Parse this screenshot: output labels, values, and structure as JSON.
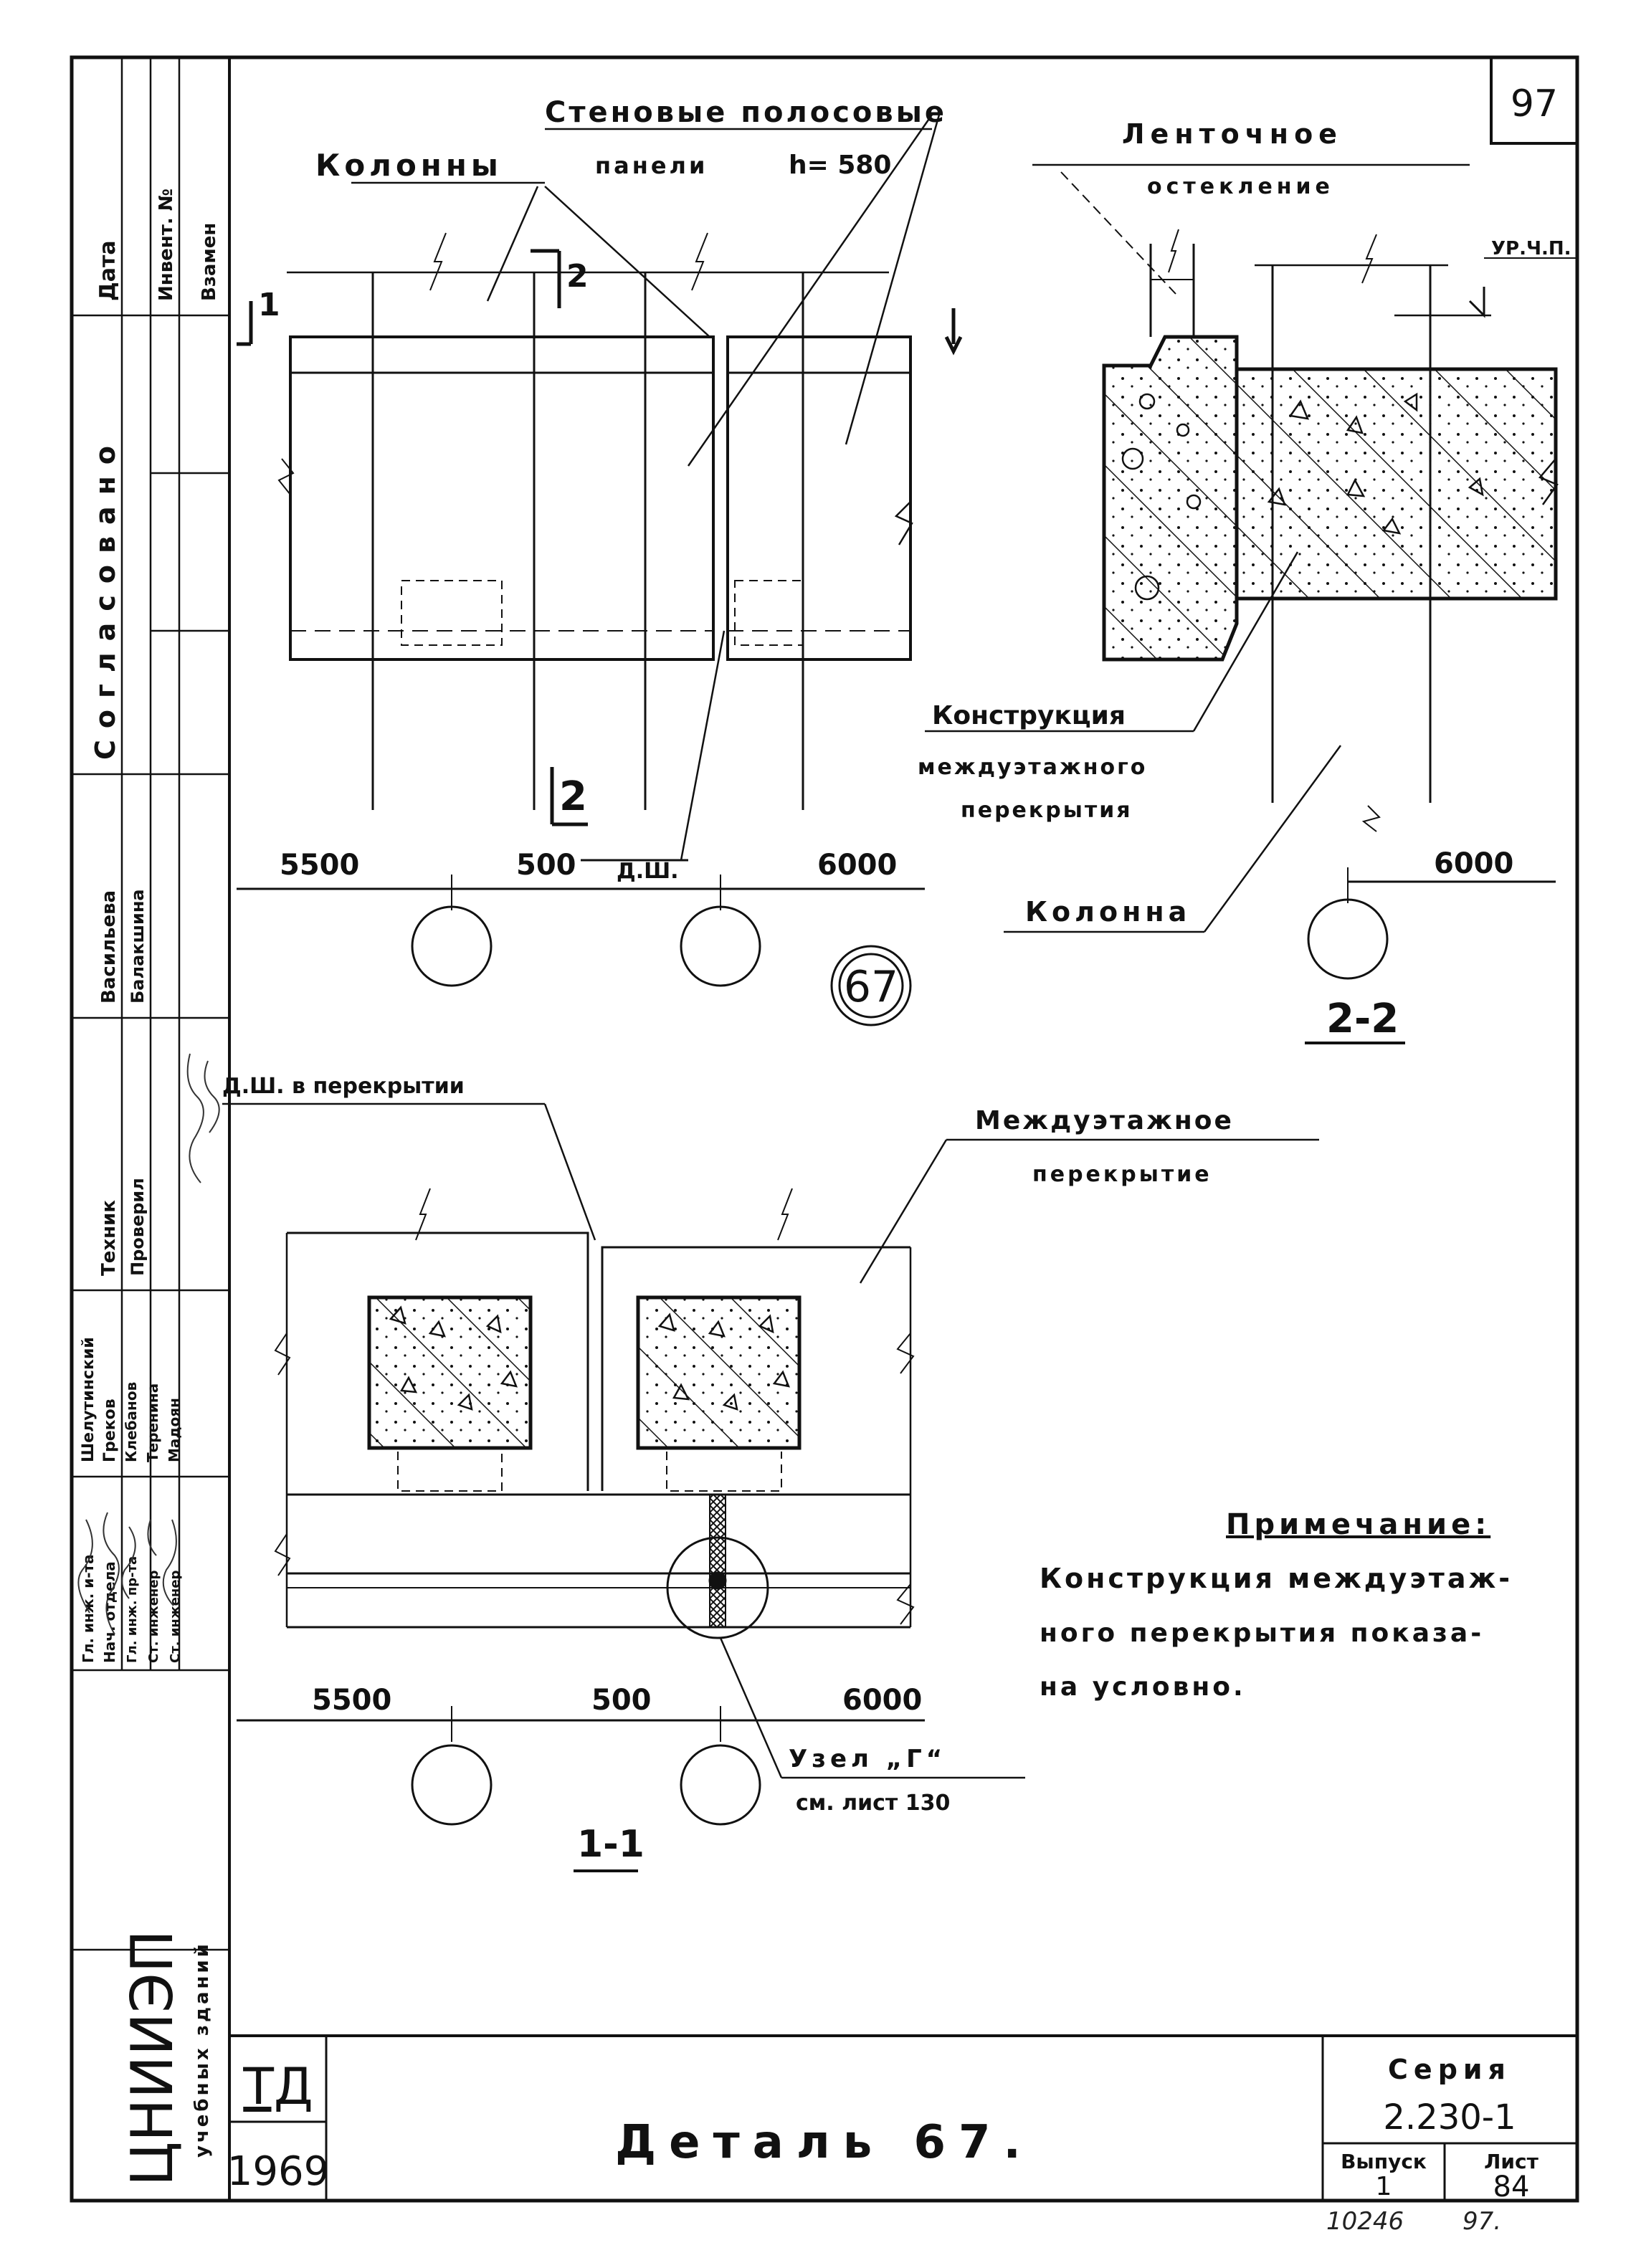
{
  "sheet_number": "97",
  "detail_mark": "67",
  "labels": {
    "columns": "Колонны",
    "wall_panels_line1": "Стеновые полосовые",
    "wall_panels_line2": "панели",
    "panel_height": "h= 580",
    "ribbon_glazing_line1": "Ленточное",
    "ribbon_glazing_line2": "остекление",
    "floor_level": "УР.Ч.П.",
    "floor_construction_line1": "Конструкция",
    "floor_construction_line2": "междуэтажного",
    "floor_construction_line3": "перекрытия",
    "column": "Колонна",
    "expansion_joint": "Д.Ш.",
    "expansion_joint_in_floor": "Д.Ш. в перекрытии",
    "interfloor_slab_line1": "Междуэтажное",
    "interfloor_slab_line2": "перекрытие",
    "node_ref_line1": "Узел „Г“",
    "node_ref_line2": "см. лист 130"
  },
  "cuts": {
    "cut1_mark": "1",
    "cut2_mark": "2",
    "section_2_2": "2-2",
    "section_1_1": "1-1"
  },
  "dimensions": {
    "top_left": "5500",
    "top_mid": "500",
    "top_right": "6000",
    "section_right": "6000",
    "bottom_left": "5500",
    "bottom_mid": "500",
    "bottom_right": "6000"
  },
  "note": {
    "title": "Примечание:",
    "line1": "Конструкция междуэтаж-",
    "line2": "ного перекрытия показа-",
    "line3": "на условно."
  },
  "title_block": {
    "org_name": "ЦНИИЭП",
    "org_sub": "учебных зданий",
    "td": "ТД",
    "year": "1969",
    "title": "Деталь 67.",
    "series_label": "Серия",
    "series_value": "2.230-1",
    "issue_label": "Выпуск",
    "issue_value": "1",
    "sheet_label": "Лист",
    "sheet_value": "84",
    "stamp_left": "10246",
    "stamp_right": "97."
  },
  "side_stamp": {
    "date": "Дата",
    "inv_no": "Инвент. №",
    "instead": "Взамен",
    "agreed": "Согласовано",
    "roles": [
      "Гл. инж. и-та",
      "Нач. отдела",
      "Гл. инж. пр-та",
      "Ст. инженер",
      "Ст. инженер"
    ],
    "names": [
      "Шелутинский",
      "Греков",
      "Клебанов",
      "Теренина",
      "Мадоян"
    ],
    "tech": "Техник",
    "checked": "Проверил",
    "tech_names": [
      "Васильева",
      "Балакшина"
    ]
  }
}
